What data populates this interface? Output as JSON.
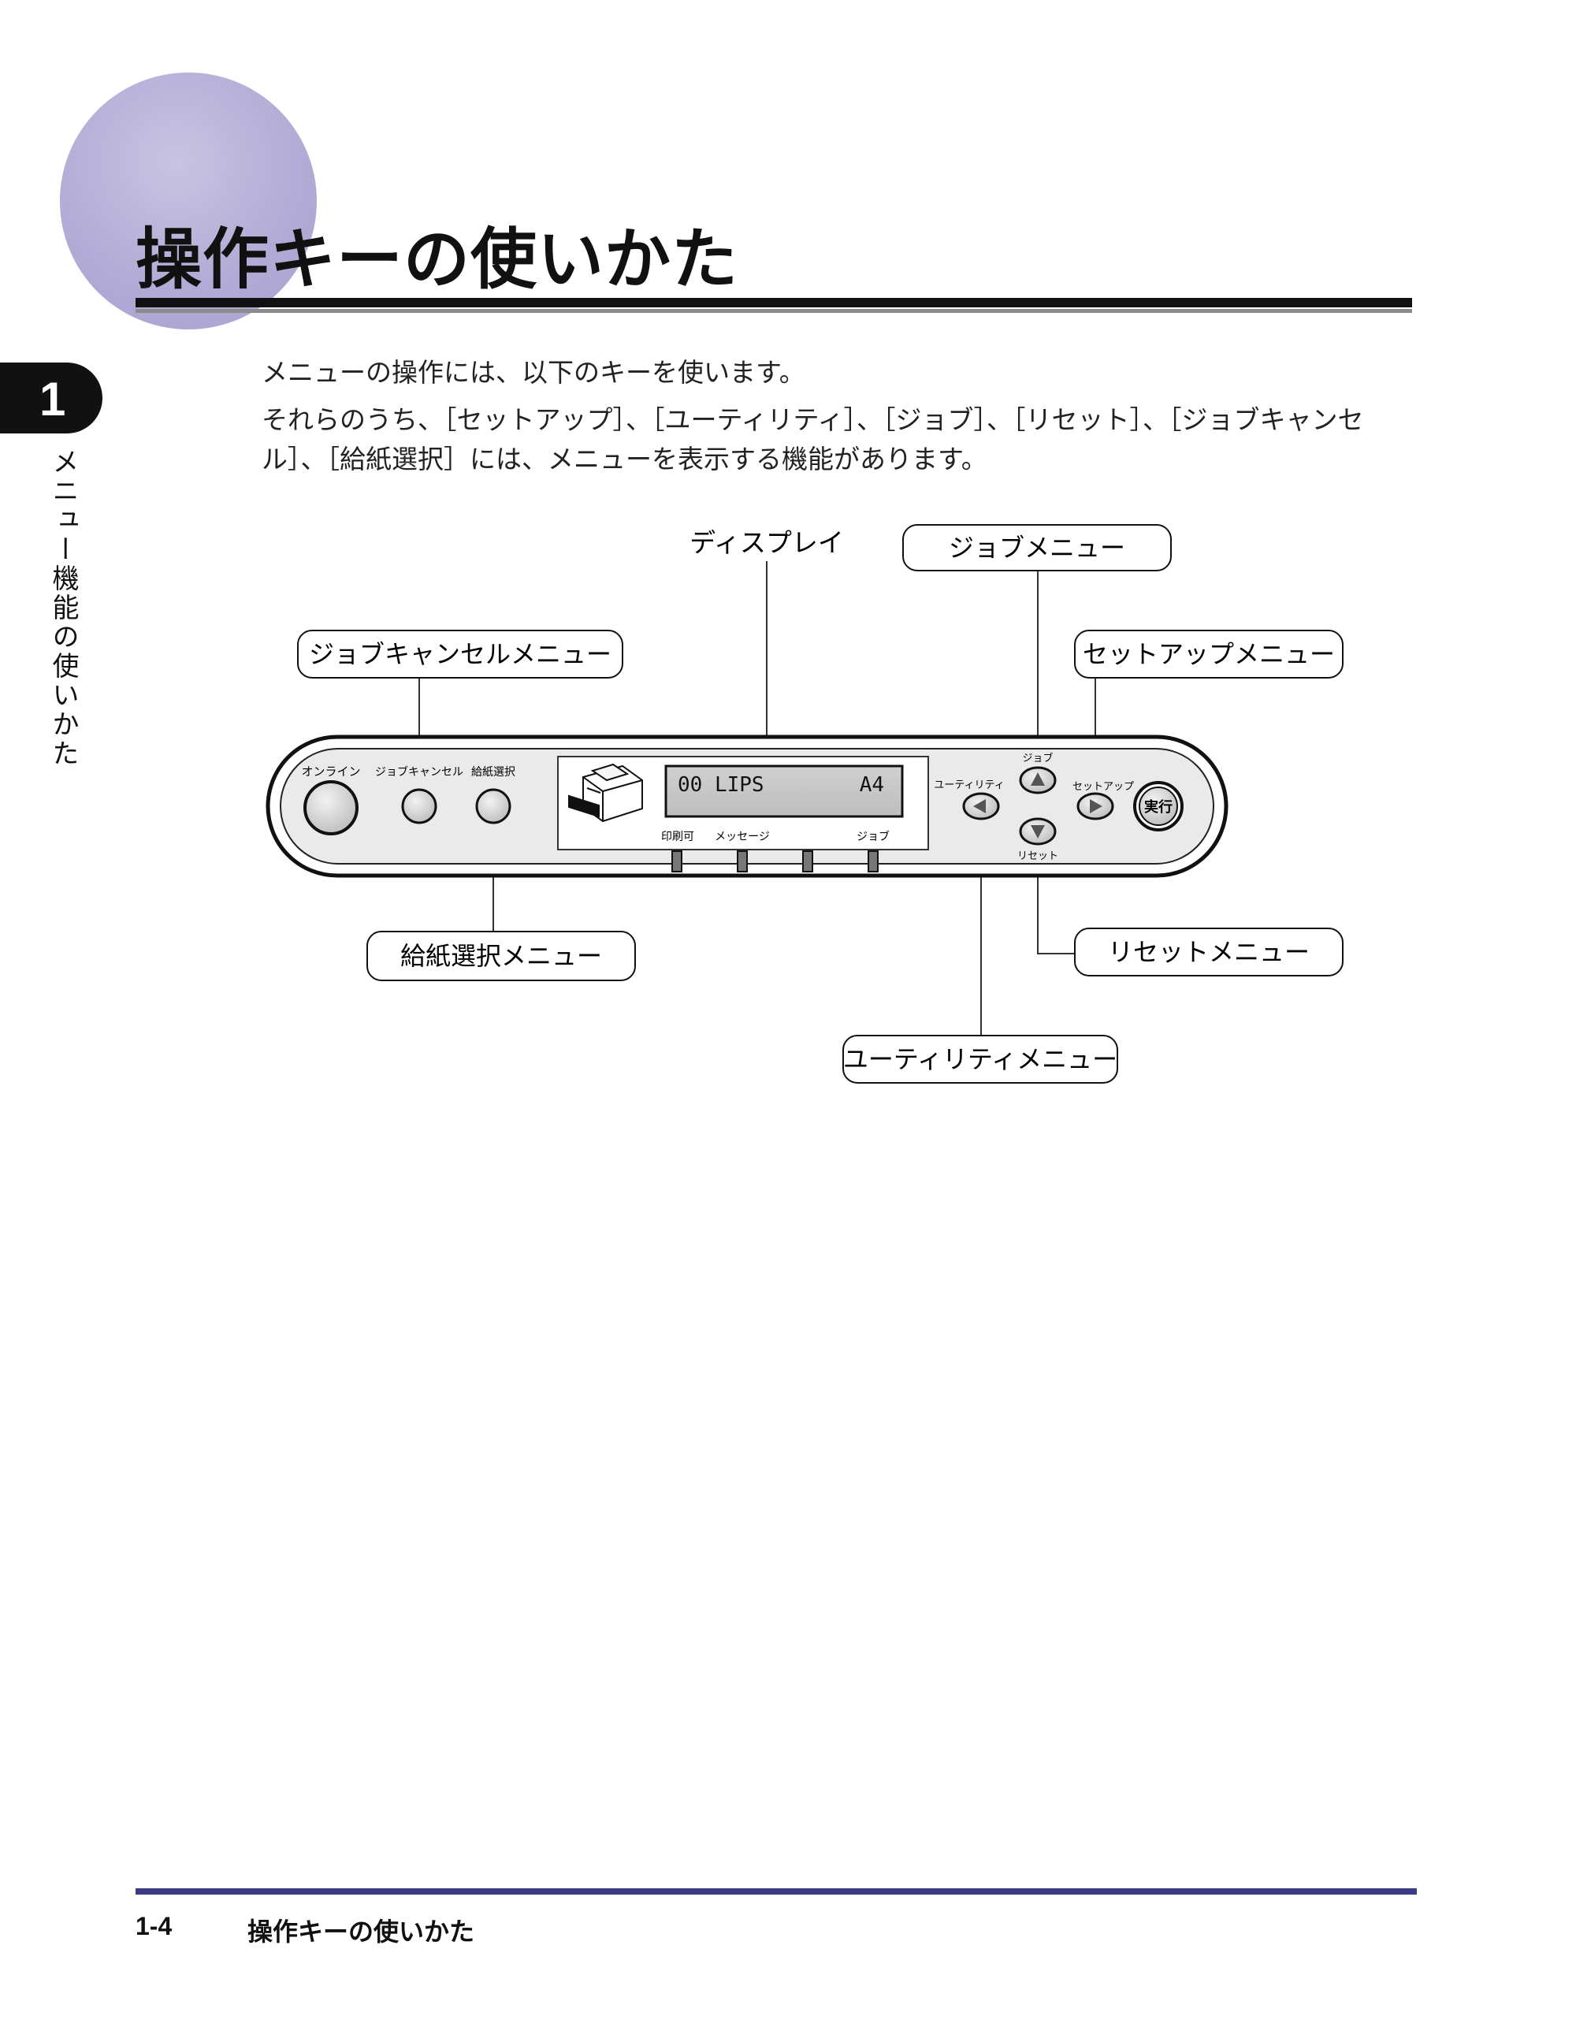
{
  "page": {
    "title": "操作キーの使いかた",
    "chapter_number": "1",
    "chapter_title": "メニュー機能の使いかた",
    "intro_line1": "メニューの操作には、以下のキーを使います。",
    "intro_line2": "それらのうち、［セットアップ］、［ユーティリティ］、［ジョブ］、［リセット］、［ジョブキャンセル］、［給紙選択］には、メニューを表示する機能があります。",
    "footer_page": "1-4",
    "footer_title": "操作キーの使いかた"
  },
  "diagram": {
    "callouts": {
      "display": "ディスプレイ",
      "job_menu": "ジョブメニュー",
      "job_cancel_menu": "ジョブキャンセルメニュー",
      "setup_menu": "セットアップメニュー",
      "paper_select_menu": "給紙選択メニュー",
      "reset_menu": "リセットメニュー",
      "utility_menu": "ユーティリティメニュー"
    },
    "panel": {
      "online": "オンライン",
      "job_cancel": "ジョブキャンセル",
      "paper_select": "給紙選択",
      "lcd_left": "00 LIPS",
      "lcd_right": "A4",
      "led_ready": "印刷可",
      "led_message": "メッセージ",
      "led_job": "ジョブ",
      "utility": "ユーティリティ",
      "job": "ジョブ",
      "reset": "リセット",
      "setup": "セットアップ",
      "execute": "実行"
    }
  }
}
